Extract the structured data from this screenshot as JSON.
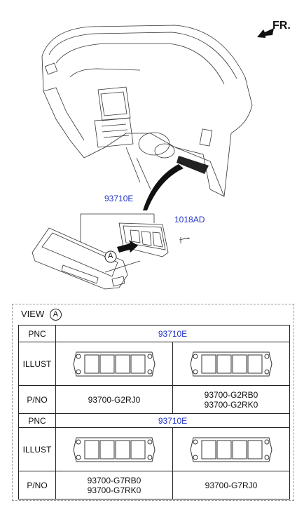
{
  "direction": {
    "label": "FR."
  },
  "callouts": {
    "assembly": "93710E",
    "screw": "1018AD",
    "view_marker": "A"
  },
  "view": {
    "title": "VIEW",
    "marker": "A",
    "table": {
      "headers": {
        "pnc": "PNC",
        "illust": "ILLUST",
        "pno": "P/NO"
      },
      "groups": [
        {
          "pnc": "93710E",
          "parts": [
            {
              "numbers": [
                "93700-G2RJ0"
              ]
            },
            {
              "numbers": [
                "93700-G2RB0",
                "93700-G2RK0"
              ]
            }
          ]
        },
        {
          "pnc": "93710E",
          "parts": [
            {
              "numbers": [
                "93700-G7RB0",
                "93700-G7RK0"
              ]
            },
            {
              "numbers": [
                "93700-G7RJ0"
              ]
            }
          ]
        }
      ]
    }
  }
}
